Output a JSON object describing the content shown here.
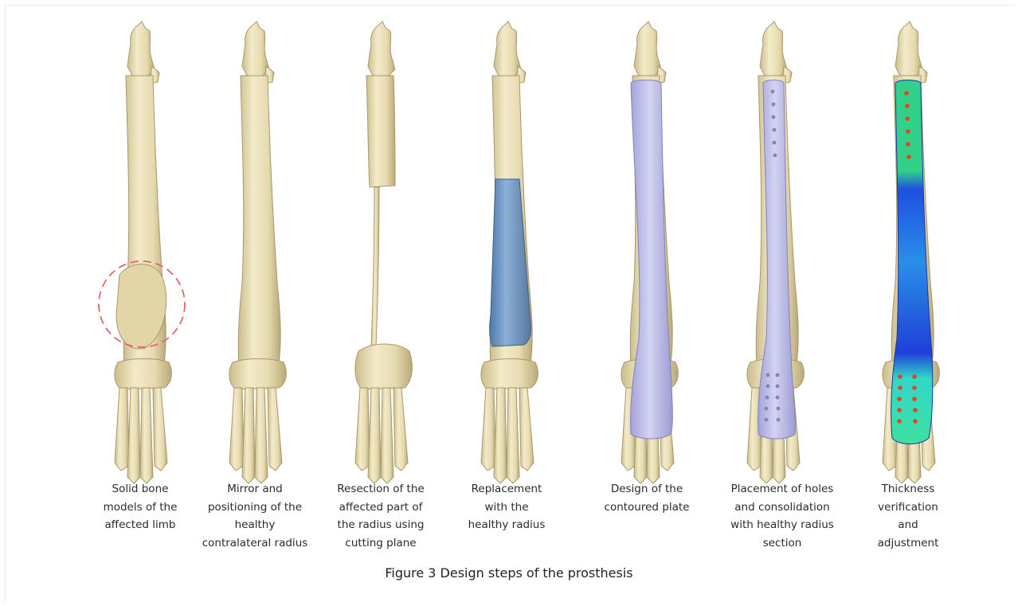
{
  "figure": {
    "caption": "Figure 3 Design steps of the prosthesis",
    "steps": [
      {
        "label": "Solid bone\nmodels of the\naffected limb"
      },
      {
        "label": "Mirror and\npositioning of the\nhealthy\ncontralateral radius"
      },
      {
        "label": "Resection of the\naffected part of\nthe radius using\ncutting plane"
      },
      {
        "label": "Replacement\nwith the\nhealthy radius"
      },
      {
        "label": "Design of the\ncontoured plate"
      },
      {
        "label": "Placement of holes\nand consolidation\nwith healthy radius\nsection"
      },
      {
        "label": "Thickness\nverification\nand\nadjustment"
      }
    ]
  },
  "colors": {
    "bone": "#e9dfb7",
    "bone_shadow": "#cbbd8c",
    "bone_outline": "#a8976a",
    "graft": "#6f97c4",
    "plate": "#b8b8e6",
    "tumor_marker": "#e8646a",
    "fea_green": "#31d18a",
    "fea_blue": "#2146e0",
    "fea_cyan": "#2fd8d8",
    "fea_hole": "#e8421f"
  }
}
